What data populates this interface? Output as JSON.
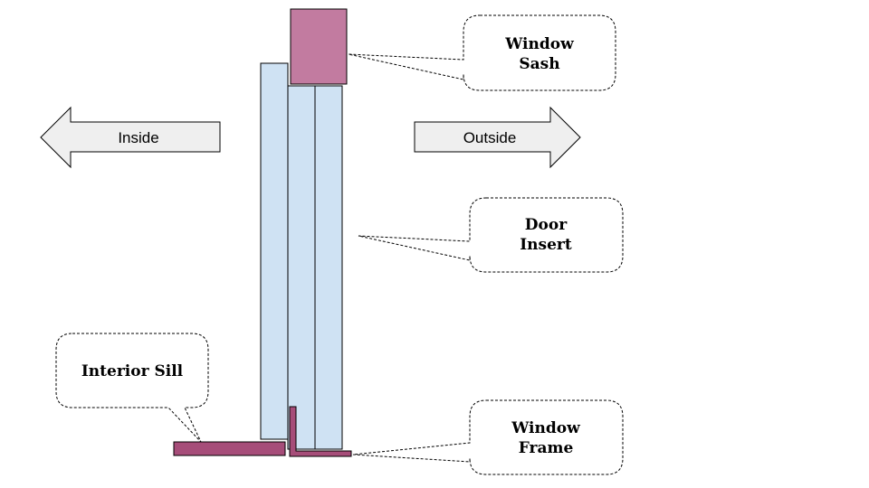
{
  "colors": {
    "sash_fill": "#c27ba0",
    "frame_fill": "#a64d79",
    "panel_fill": "#cfe2f3",
    "arrow_fill": "#efefef",
    "stroke": "#000000"
  },
  "arrows": {
    "inside": "Inside",
    "outside": "Outside"
  },
  "callouts": {
    "window_sash": {
      "line1": "Window",
      "line2": "Sash"
    },
    "door_insert": {
      "line1": "Door",
      "line2": "Insert"
    },
    "interior_sill": {
      "line1": "Interior Sill"
    },
    "window_frame": {
      "line1": "Window",
      "line2": "Frame"
    }
  }
}
